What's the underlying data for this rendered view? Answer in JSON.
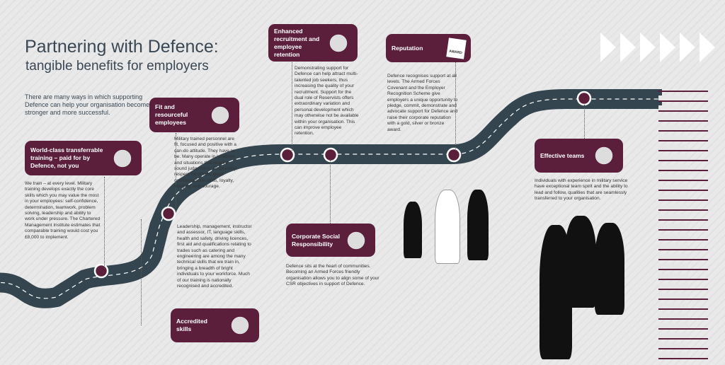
{
  "header": {
    "title": "Partnering with Defence:",
    "subtitle": "tangible benefits for employers"
  },
  "intro": "There are many ways in which supporting Defence can help your organisation become stronger and more successful.",
  "colors": {
    "plum": "#5b1f3c",
    "road": "#34454f"
  },
  "benefits": [
    {
      "title": "World-class transferrable training – paid for by Defence, not you",
      "icon": "teacher-board-icon",
      "text": "We train – at every level. Military training develops exactly the core skills which you may value the most in your employees: self-confidence, determination, teamwork, problem solving, leadership and ability to work under pressure. The Chartered Management Institute estimates that comparable training would cost you £8,000 to implement."
    },
    {
      "title": "Fit and resourceful employees",
      "icon": "brain-lightbulb-icon",
      "text": "Military trained personnel are fit, focused and positive with a can-do attitude. They have to be. Many operate in locations and situations that require sound judgement, adaptability, respect for others, good communication skills, loyalty, integrity, and courage."
    },
    {
      "title": "Accredited skills",
      "icon": "tools-icon",
      "text": "Leadership, management, instructor and assessor, IT, language skills, health and safety, driving licences, first aid and qualifications relating to trades such as catering and engineering are among the many technical skills that we train in, bringing a breadth of bright individuals to your workforce.  Much of our training is nationally recognised and accredited."
    },
    {
      "title": "Enhanced recruitment and employee retention",
      "icon": "magnet-icon",
      "text": "Demonstrating support for Defence can help attract multi-talented job seekers, thus increasing the quality of your recruitment. Support for the dual role of Reservists offers extraordinary variation and personal development which may otherwise not be available within your organisation. This can improve employee retention."
    },
    {
      "title": "Corporate Social Responsibility",
      "icon": "hands-family-icon",
      "text": "Defence sits at the heart of communities. Becoming an Armed Forces friendly organisation allows you to align some of your CSR objectives in support of Defence."
    },
    {
      "title": "Reputation",
      "icon": "award-certificate-icon",
      "award_label": "AWARD",
      "text": "Defence recognises support at all levels. The Armed Forces Covenant and the Employer Recognition Scheme give employers a unique opportunity to pledge, commit, demonstrate and advocate support for Defence and raise their corporate reputation with a gold, silver or bronze award."
    },
    {
      "title": "Effective teams",
      "icon": "team-figures-icon",
      "text": "Individuals with experience in military service have exceptional team spirit and the ability to lead and follow, qualities that are seamlessly transferred to your organisation."
    }
  ]
}
